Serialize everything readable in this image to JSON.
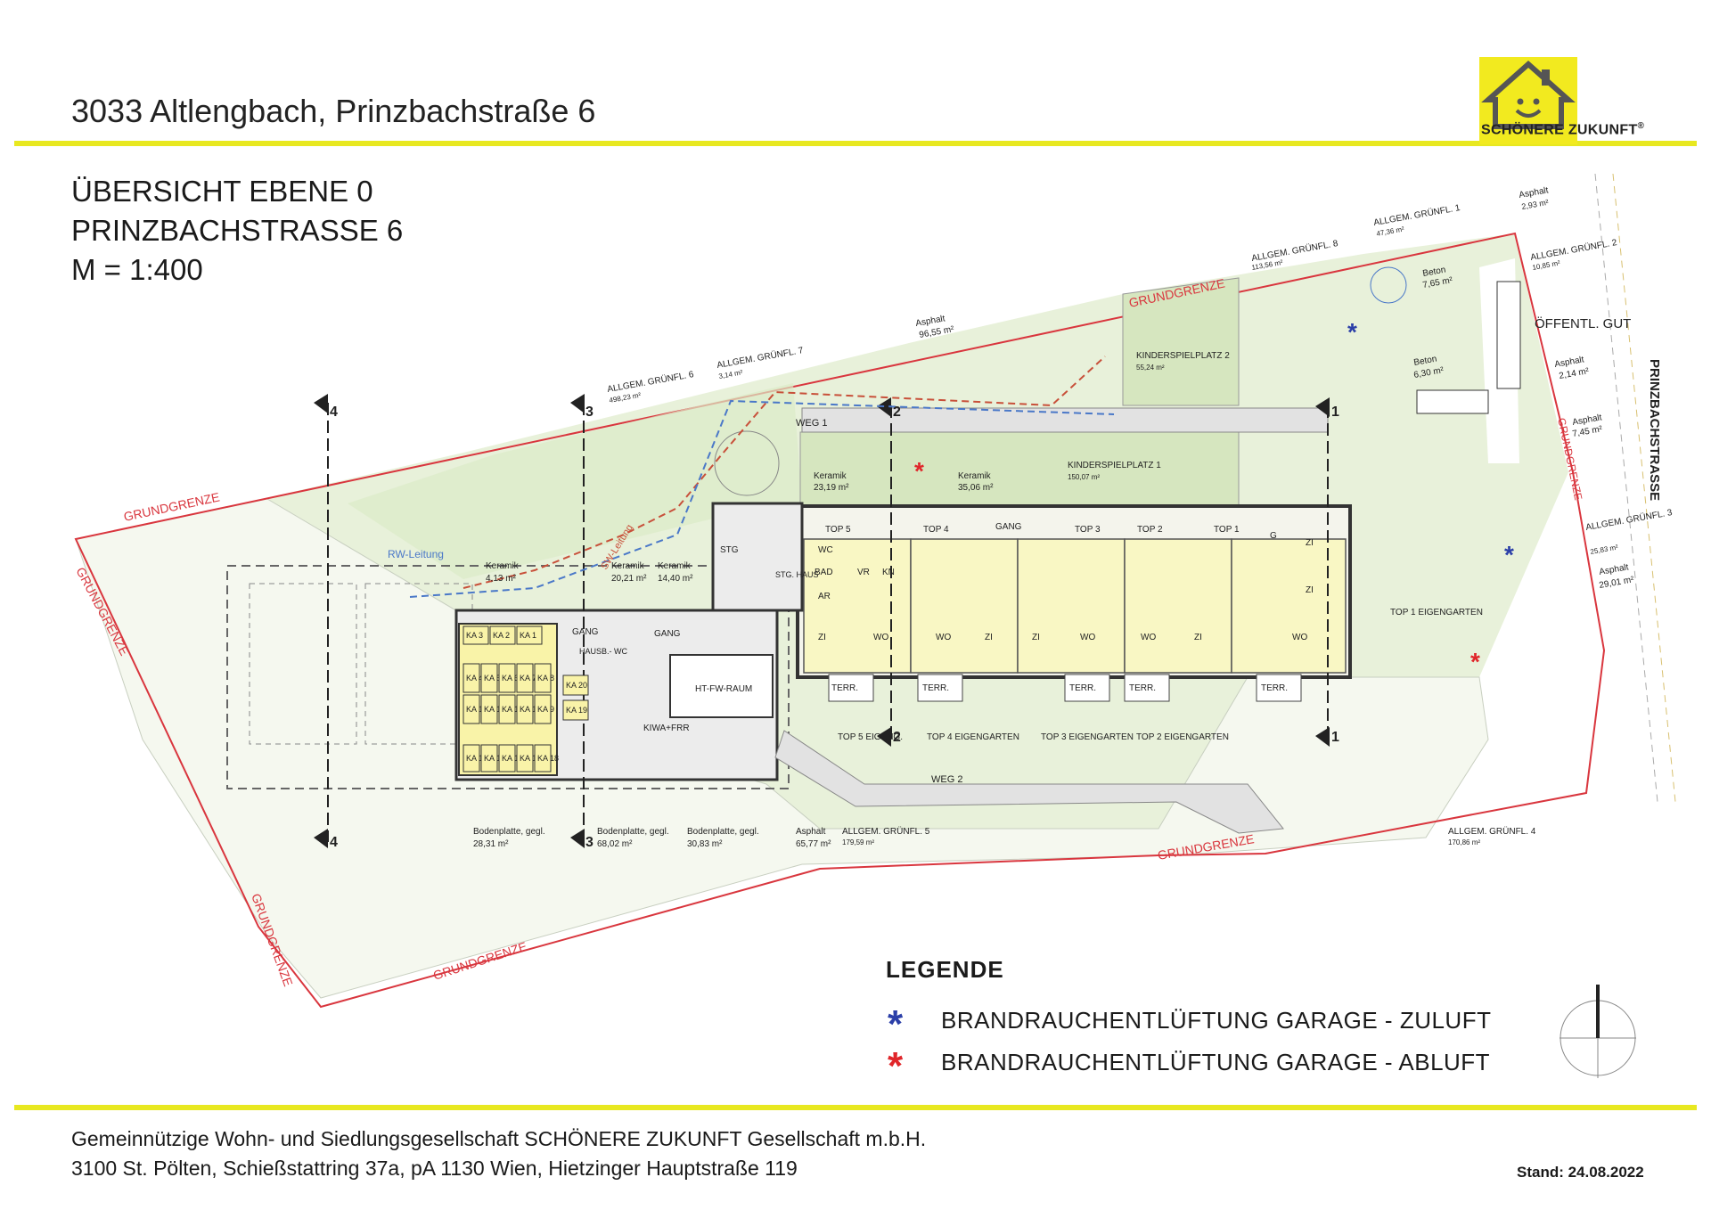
{
  "header": {
    "address": "3033 Altlengbach, Prinzbachstraße 6"
  },
  "logo": {
    "text": "SCHÖNERE ZUKUNFT",
    "mark": "®",
    "icon": "house-smiley-icon",
    "color": "#f2ea1f"
  },
  "sheet": {
    "line1": "ÜBERSICHT EBENE 0",
    "line2": "PRINZBACHSTRASSE 6",
    "line3": "M = 1:400"
  },
  "plan": {
    "boundary_label": "GRUNDGRENZE",
    "street": "PRINZBACHSTRASSE",
    "public": "ÖFFENTL. GUT",
    "paths": [
      "WEG 1",
      "WEG 2"
    ],
    "pipes": [
      "SW-Leitung",
      "RW-Leitung"
    ],
    "sections": [
      "4",
      "3",
      "2",
      "1"
    ],
    "areas": [
      {
        "name": "ALLGEM. GRÜNFL. 8",
        "size": "113,56 m²"
      },
      {
        "name": "ALLGEM. GRÜNFL. 1",
        "size": "47,36 m²"
      },
      {
        "name": "Asphalt",
        "size": "2,93 m²"
      },
      {
        "name": "ALLGEM. GRÜNFL. 2",
        "size": "10,85 m²"
      },
      {
        "name": "Asphalt",
        "size": "96,55 m²"
      },
      {
        "name": "ALLGEM. GRÜNFL. 7",
        "size": "3,14 m²"
      },
      {
        "name": "ALLGEM. GRÜNFL. 6",
        "size": "498,23 m²"
      },
      {
        "name": "Beton",
        "size": "7,65 m²"
      },
      {
        "name": "Beton",
        "size": "6,30 m²"
      },
      {
        "name": "Asphalt",
        "size": "2,14 m²"
      },
      {
        "name": "Asphalt",
        "size": "7,45 m²"
      },
      {
        "name": "ALLGEM. GRÜNFL. 3",
        "size": "25,83 m²"
      },
      {
        "name": "Asphalt",
        "size": "29,01 m²"
      },
      {
        "name": "Keramik",
        "size": "23,19 m²"
      },
      {
        "name": "Keramik",
        "size": "35,06 m²"
      },
      {
        "name": "Keramik",
        "size": "4,13 m²"
      },
      {
        "name": "Keramik",
        "size": "20,21 m²"
      },
      {
        "name": "Keramik",
        "size": "14,40 m²"
      },
      {
        "name": "KINDERSPIELPLATZ 2",
        "size": "55,24 m²"
      },
      {
        "name": "KINDERSPIELPLATZ 1",
        "size": "150,07 m²"
      },
      {
        "name": "Bodenplatte, gegl.",
        "size": "28,31 m²"
      },
      {
        "name": "Bodenplatte, gegl.",
        "size": "68,02 m²"
      },
      {
        "name": "Bodenplatte, gegl.",
        "size": "30,83 m²"
      },
      {
        "name": "Asphalt",
        "size": "65,77 m²"
      },
      {
        "name": "ALLGEM. GRÜNFL. 5",
        "size": "179,59 m²"
      },
      {
        "name": "ALLGEM. GRÜNFL. 4",
        "size": "170,86 m²"
      }
    ],
    "units": [
      "TOP 5",
      "TOP 4",
      "TOP 3",
      "TOP 2",
      "TOP 1"
    ],
    "rooms": [
      "GANG",
      "STG",
      "STG. HAUS",
      "HAUSB.- WC",
      "HT-FW-RAUM",
      "KIWA+FRR",
      "WC",
      "BAD",
      "VR",
      "KN",
      "AR",
      "ZI",
      "WO",
      "TERR.",
      "G"
    ],
    "gardens": [
      "TOP 5 EIGENG.",
      "TOP 4 EIGENGARTEN",
      "TOP 3 EIGENGARTEN",
      "TOP 2 EIGENGARTEN",
      "TOP 1 EIGENGARTEN"
    ],
    "cellars_top": [
      "KA 3",
      "KA 2",
      "KA 1"
    ],
    "cellars_row1": [
      "KA 4",
      "KA 5",
      "KA 6",
      "KA 7",
      "KA 8"
    ],
    "cellars_row2": [
      "KA 13",
      "KA 12",
      "KA 11",
      "KA 10",
      "KA 9"
    ],
    "cellars_row3": [
      "KA 14",
      "KA 15",
      "KA 16",
      "KA 17",
      "KA 18"
    ],
    "cellars_side": [
      "KA 20",
      "KA 19"
    ]
  },
  "legend": {
    "title": "LEGENDE",
    "items": [
      {
        "symbol": "*",
        "color": "#2b3fa8",
        "text": "BRANDRAUCHENTLÜFTUNG GARAGE - ZULUFT"
      },
      {
        "symbol": "*",
        "color": "#e0262a",
        "text": "BRANDRAUCHENTLÜFTUNG GARAGE - ABLUFT"
      }
    ]
  },
  "footer": {
    "line1": "Gemeinnützige Wohn- und Siedlungsgesellschaft SCHÖNERE ZUKUNFT Gesellschaft m.b.H.",
    "line2": "3100 St. Pölten, Schießstattring 37a, pA 1130 Wien, Hietzinger Hauptstraße 119",
    "stand": "Stand: 24.08.2022"
  },
  "colors": {
    "accent": "#e8e820",
    "boundary": "#d9363e",
    "green": "#e6f0d6",
    "zuluft": "#2b3fa8",
    "abluft": "#e0262a"
  }
}
